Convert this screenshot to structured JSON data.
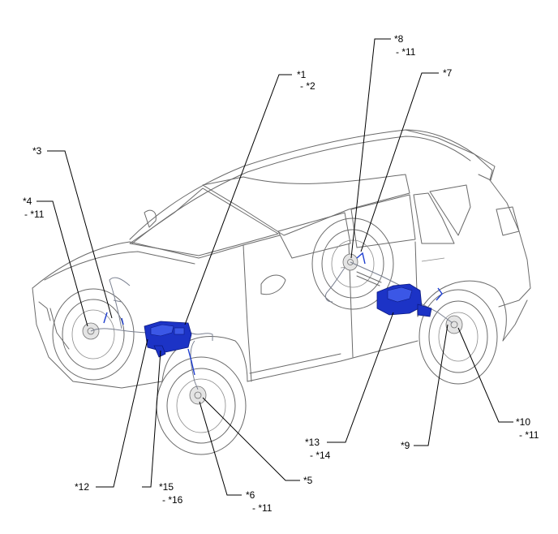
{
  "callouts": [
    {
      "id": "c1",
      "line1": "*1",
      "line2": "- *2"
    },
    {
      "id": "c3",
      "line1": "*3",
      "line2": ""
    },
    {
      "id": "c4",
      "line1": "*4",
      "line2": "- *11"
    },
    {
      "id": "c5",
      "line1": "*5",
      "line2": ""
    },
    {
      "id": "c6",
      "line1": "*6",
      "line2": "- *11"
    },
    {
      "id": "c7",
      "line1": "*7",
      "line2": ""
    },
    {
      "id": "c8",
      "line1": "*8",
      "line2": "- *11"
    },
    {
      "id": "c9",
      "line1": "*9",
      "line2": ""
    },
    {
      "id": "c10",
      "line1": "*10",
      "line2": "- *11"
    },
    {
      "id": "c12",
      "line1": "*12",
      "line2": ""
    },
    {
      "id": "c13",
      "line1": "*13",
      "line2": "- *14"
    },
    {
      "id": "c15",
      "line1": "*15",
      "line2": "- *16"
    }
  ],
  "colors": {
    "component_highlight": "#1c33c6",
    "vehicle_outline": "#6a6a6a",
    "leader_line": "#000000"
  }
}
